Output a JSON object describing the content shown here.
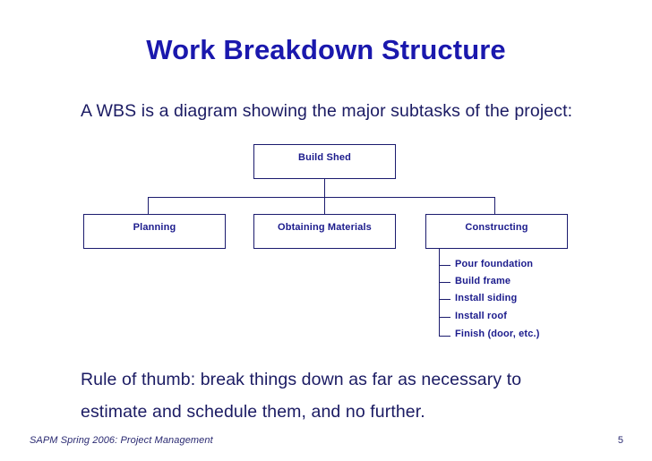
{
  "slide": {
    "title": "Work Breakdown Structure",
    "intro_text": "A WBS is a diagram showing the major subtasks of the project:",
    "rule_text": "Rule of thumb: break things down as far as necessary to estimate and schedule them, and no further.",
    "footer": "SAPM Spring 2006: Project Management",
    "page_number": "5"
  },
  "colors": {
    "title_blue": "#1a18ad",
    "body_navy": "#1b1b63",
    "diagram_navy": "#1b1b8c",
    "line_navy": "#1b1b6e",
    "background": "#ffffff"
  },
  "wbs": {
    "root": {
      "label": "Build Shed"
    },
    "children": [
      {
        "label": "Planning"
      },
      {
        "label": "Obtaining Materials"
      },
      {
        "label": "Constructing"
      }
    ],
    "constructing_tasks": [
      {
        "label": "Pour foundation"
      },
      {
        "label": "Build frame"
      },
      {
        "label": "Install siding"
      },
      {
        "label": "Install roof"
      },
      {
        "label": "Finish (door, etc.)"
      }
    ]
  }
}
